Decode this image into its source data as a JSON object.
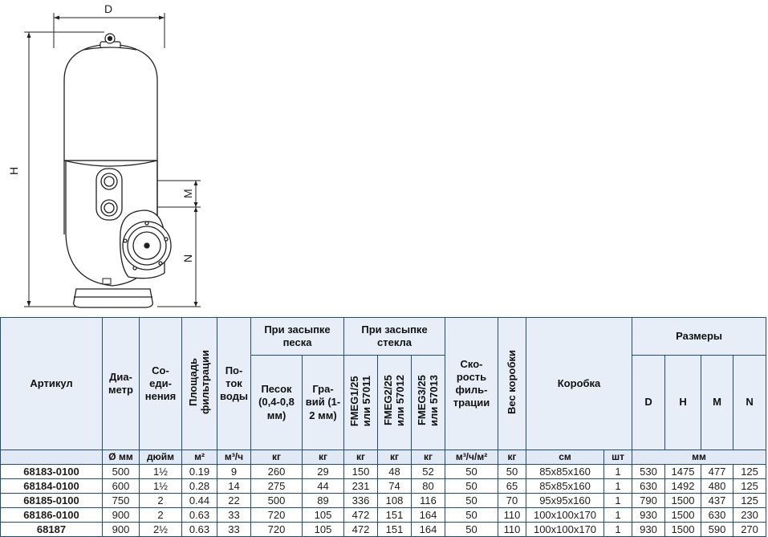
{
  "drawing": {
    "labels": {
      "d": "D",
      "h": "H",
      "m": "M",
      "n": "N"
    },
    "stroke_color": "#231f20",
    "fill_color": "#ffffff"
  },
  "table": {
    "header": {
      "article": "Артикул",
      "diameter": "Диа- метр",
      "connections": "Со- еди- нения",
      "area": [
        "Площадь",
        "фильтрации"
      ],
      "flow": "По- ток воды",
      "sand_group": "При засыпке песка",
      "glass_group": "При засыпке стекла",
      "speed": "Ско- рость филь- трации",
      "box_weight": "Вес коробки",
      "box": "Коробка",
      "sizes": "Размеры",
      "sand": "Песок (0,4-0,8 мм)",
      "gravel": "Гра- вий (1-2 мм)",
      "fmeg1": [
        "FMEG1/25",
        "или 57011"
      ],
      "fmeg2": [
        "FMEG2/25",
        "или 57012"
      ],
      "fmeg3": [
        "FMEG3/25",
        "или 57013"
      ],
      "dim_d": "D",
      "dim_h": "H",
      "dim_m": "M",
      "dim_n": "N"
    },
    "units": [
      "",
      "Ø мм",
      "дюйм",
      "м²",
      "м³/ч",
      "кг",
      "кг",
      "кг",
      "кг",
      "кг",
      "м³/ч/м²",
      "кг",
      "см",
      "шт",
      "мм"
    ],
    "rows": [
      [
        "68183-0100",
        "500",
        "1½",
        "0.19",
        "9",
        "260",
        "29",
        "150",
        "48",
        "52",
        "50",
        "50",
        "85x85x160",
        "1",
        "530",
        "1475",
        "477",
        "125"
      ],
      [
        "68184-0100",
        "600",
        "1½",
        "0.28",
        "14",
        "275",
        "44",
        "231",
        "74",
        "80",
        "50",
        "65",
        "85x85x160",
        "1",
        "630",
        "1492",
        "480",
        "125"
      ],
      [
        "68185-0100",
        "750",
        "2",
        "0.44",
        "22",
        "500",
        "89",
        "336",
        "108",
        "116",
        "50",
        "70",
        "95x95x160",
        "1",
        "790",
        "1500",
        "437",
        "125"
      ],
      [
        "68186-0100",
        "900",
        "2",
        "0.63",
        "33",
        "720",
        "105",
        "472",
        "151",
        "164",
        "50",
        "110",
        "100x100x170",
        "1",
        "930",
        "1500",
        "630",
        "230"
      ],
      [
        "68187",
        "900",
        "2½",
        "0.63",
        "33",
        "720",
        "105",
        "472",
        "151",
        "164",
        "50",
        "110",
        "100x100x170",
        "1",
        "930",
        "1500",
        "590",
        "270"
      ]
    ]
  }
}
